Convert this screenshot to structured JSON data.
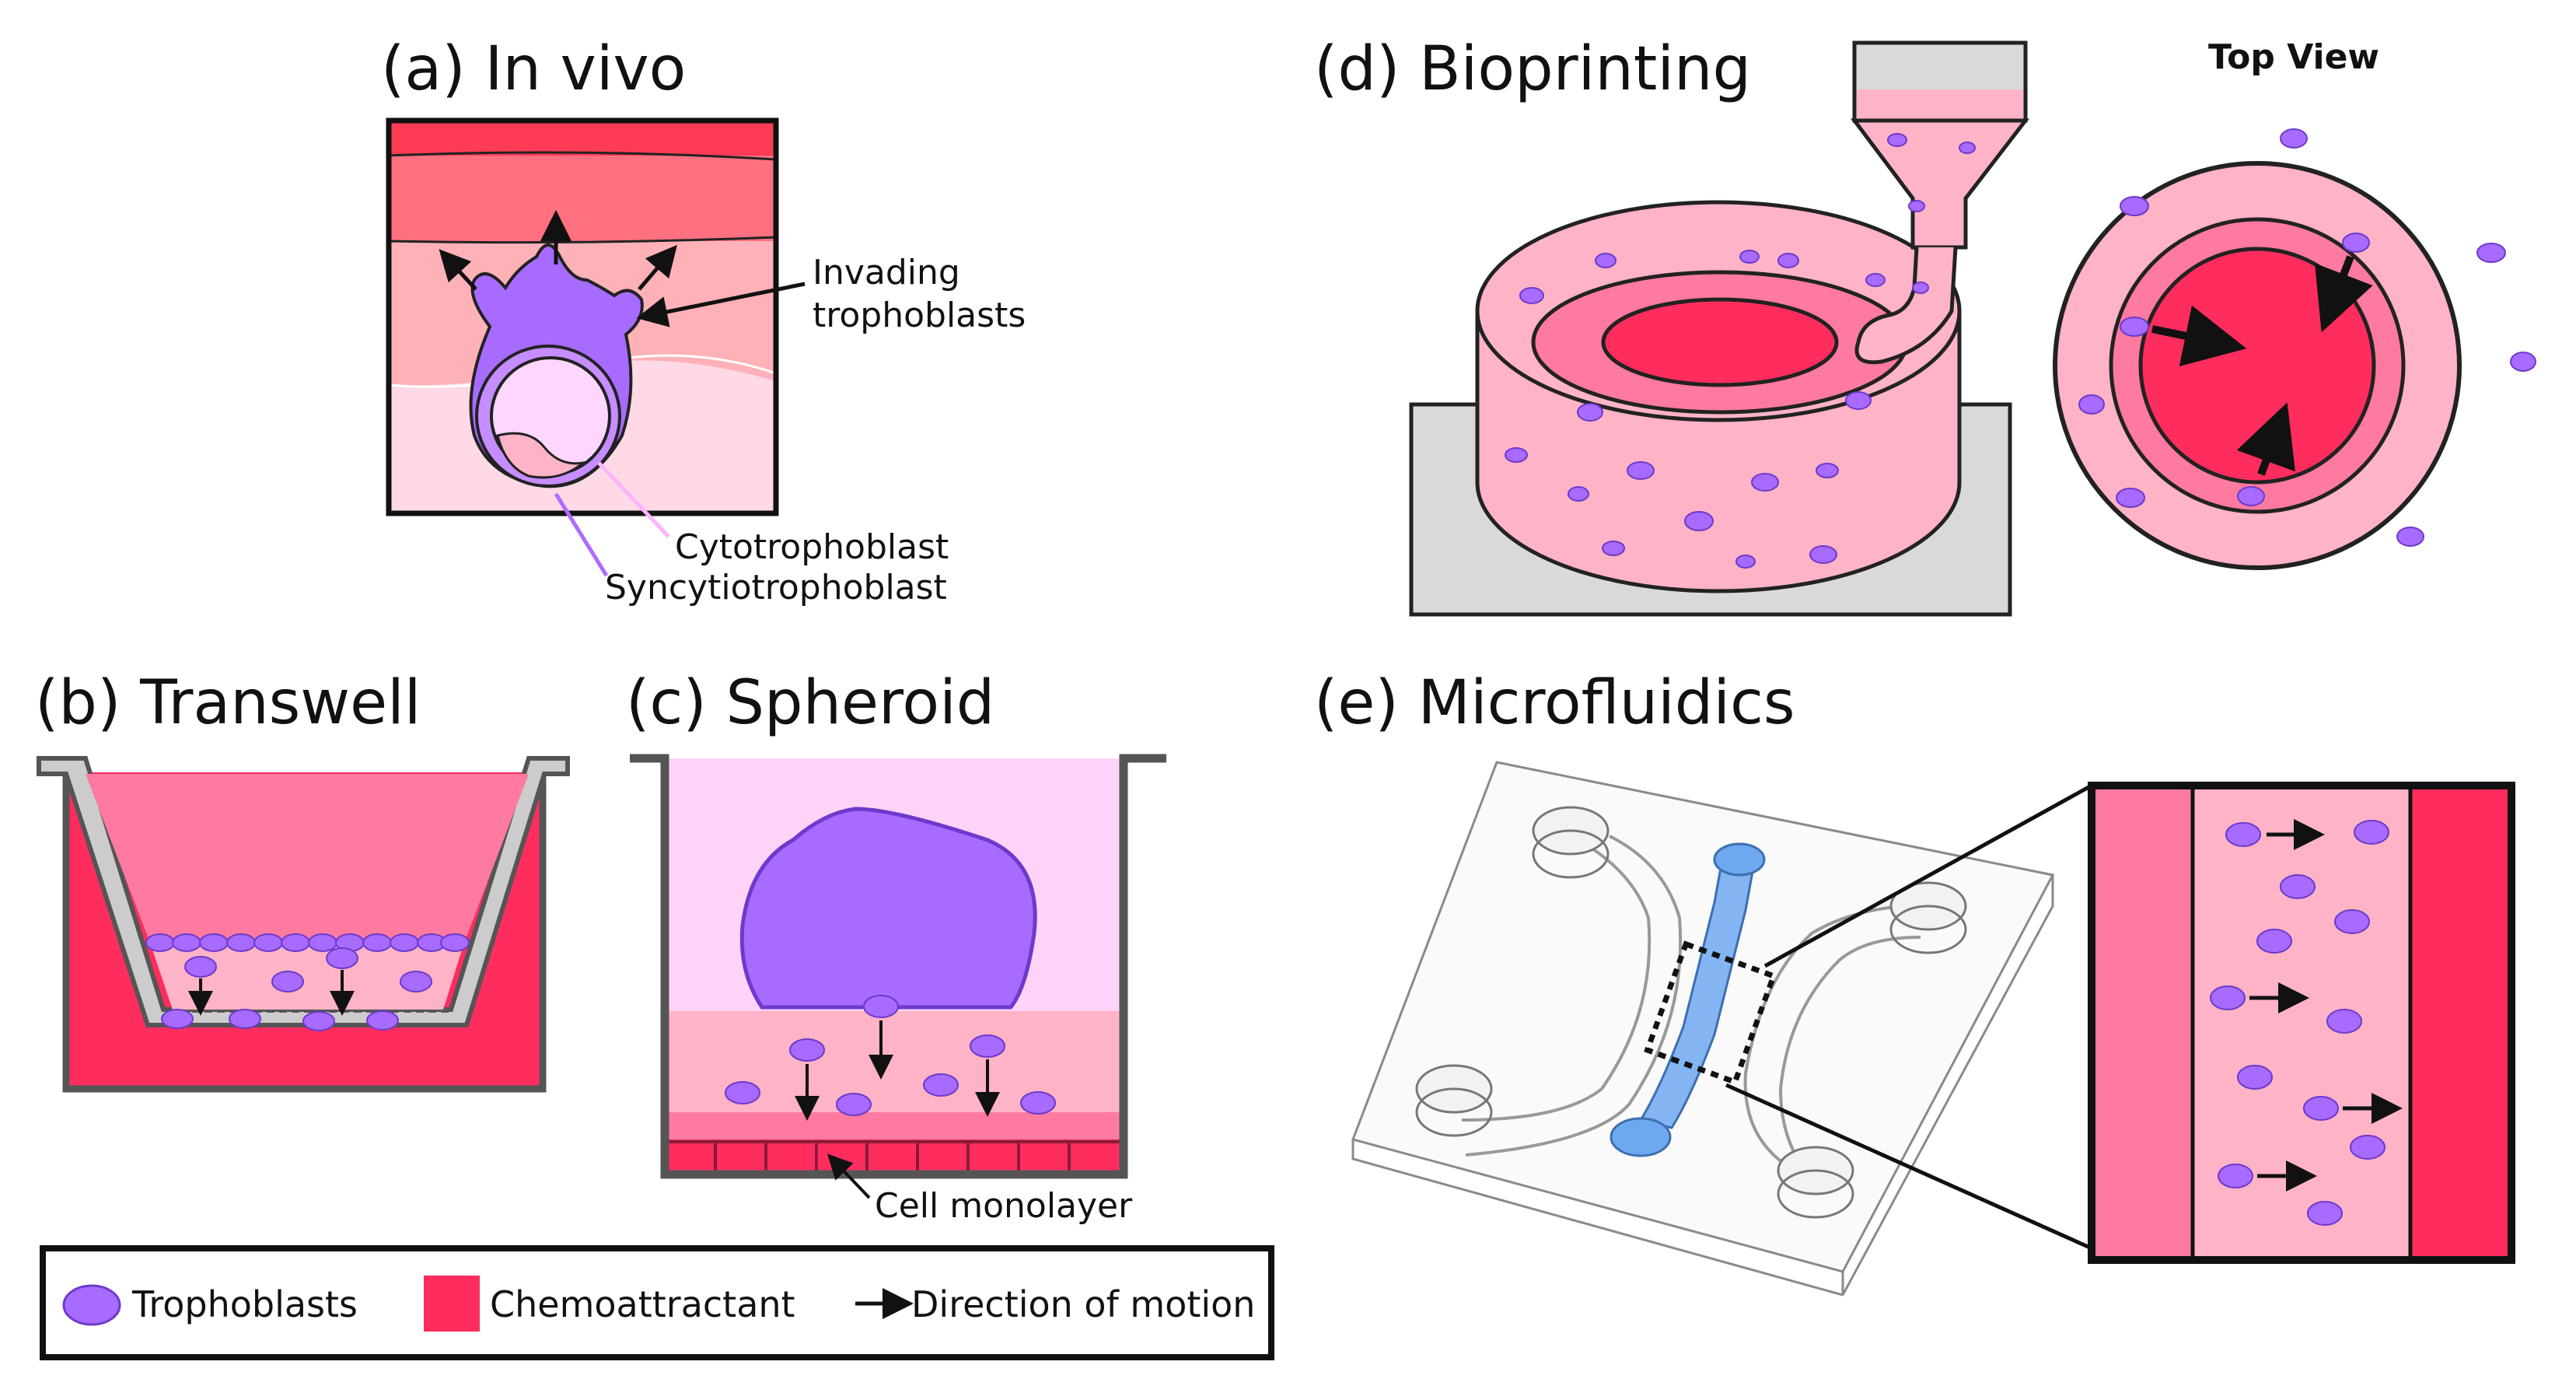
{
  "panels": {
    "a": {
      "title": "(a) In vivo",
      "labels": {
        "invading_1": "Invading",
        "invading_2": "trophoblasts",
        "cyto": "Cytotrophoblast",
        "syncytio": "Syncytiotrophoblast"
      }
    },
    "b": {
      "title": "(b) Transwell"
    },
    "c": {
      "title": "(c) Spheroid",
      "labels": {
        "monolayer": "Cell monolayer"
      }
    },
    "d": {
      "title": "(d) Bioprinting",
      "labels": {
        "top_view": "Top View"
      }
    },
    "e": {
      "title": "(e) Microfluidics"
    }
  },
  "legend": {
    "trophoblasts": "Trophoblasts",
    "chemoattractant": "Chemoattractant",
    "direction": "Direction of motion"
  },
  "colors": {
    "trophoblast": "#a86bff",
    "chemoattractant": "#ff2d5e",
    "pink_medium": "#ff7aa0",
    "pink_light": "#ffb3c6",
    "pink_pale": "#ffd9e6",
    "lilac": "#ffd3f7",
    "gray": "#d9d9d9",
    "channel_blue": "#6ea8f0"
  }
}
